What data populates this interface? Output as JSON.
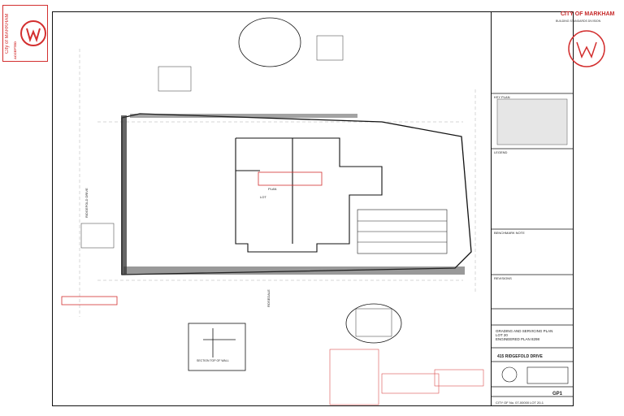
{
  "stamp_left": {
    "city": "City of MARKHAM",
    "status": "ACCEPTED"
  },
  "title_block": {
    "city": "CITY OF MARKHAM",
    "division": "BUILDING STANDARDS DIVISION",
    "keymap_label": "KEY PLAN",
    "legend_label": "LEGEND",
    "benchmark_label": "BENCHMARK NOTE",
    "revisions_label": "REVISIONS",
    "project_name": "415 RIDGEFOLD DRIVE",
    "sheet_title": [
      "GRADING AND SERVICING PLAN",
      "LOT 20",
      "ENGINEERED PLAN 8298"
    ],
    "drawing_no": "CITY OF No. 07-00000 LOT 20-1",
    "sheet_no": "GP1"
  },
  "site_labels": {
    "street_west": "RIDGEFOLD DRIVE",
    "street_south": "ROSEDALE",
    "lot": "LOT",
    "plan": "PLAN",
    "detail_title": "SECTION TOP OF WALL"
  },
  "colors": {
    "stamp_red": "#d32f2f",
    "line": "#111111",
    "hatch": "#222222",
    "background": "#ffffff"
  }
}
